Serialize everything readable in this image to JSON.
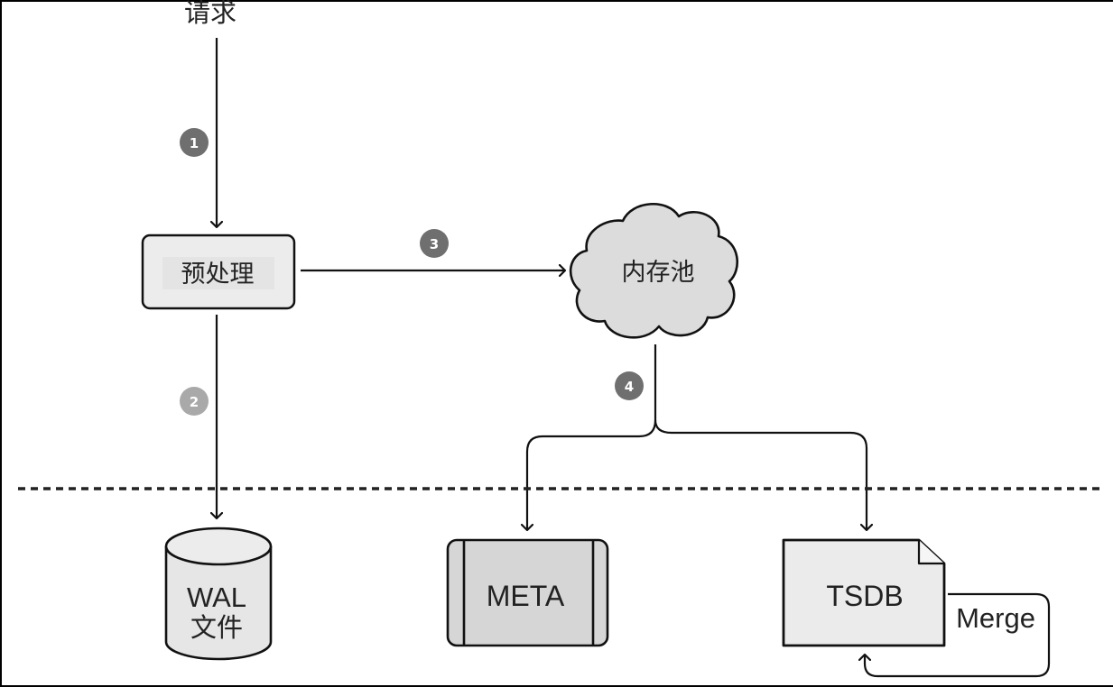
{
  "diagram": {
    "title": "",
    "nodes": {
      "request": {
        "label": "请求"
      },
      "preprocess": {
        "label": "预处理"
      },
      "memory_pool": {
        "label": "内存池"
      },
      "wal": {
        "label_line1": "WAL",
        "label_line2": "文件"
      },
      "meta": {
        "label": "META"
      },
      "tsdb": {
        "label": "TSDB"
      }
    },
    "edges": [
      {
        "from": "request",
        "to": "preprocess",
        "step": "1"
      },
      {
        "from": "preprocess",
        "to": "wal",
        "step": "2"
      },
      {
        "from": "preprocess",
        "to": "memory_pool",
        "step": "3"
      },
      {
        "from": "memory_pool",
        "to": "meta",
        "step": "4"
      },
      {
        "from": "memory_pool",
        "to": "tsdb",
        "step": "4"
      },
      {
        "from": "tsdb",
        "to": "tsdb",
        "label": "Merge"
      }
    ],
    "badges": {
      "step1": "1",
      "step2": "2",
      "step3": "3",
      "step4": "4"
    },
    "merge_label": "Merge",
    "colors": {
      "badge_dark": "#6f6f6f",
      "badge_light": "#a9a9a9",
      "node_fill": "#ececec",
      "cloud_fill": "#dcdcdc",
      "meta_fill": "#d6d6d6",
      "stroke": "#111111"
    }
  }
}
